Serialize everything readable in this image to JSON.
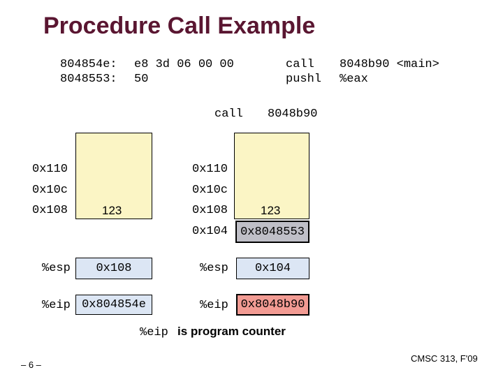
{
  "title": "Procedure Call Example",
  "code": {
    "line1_addr": "804854e:",
    "line1_bytes": "e8 3d 06 00 00",
    "line1_op": "call",
    "line1_arg": "8048b90 <main>",
    "line2_addr": "8048553:",
    "line2_bytes": "50",
    "line2_op": "pushl",
    "line2_arg": "%eax"
  },
  "instruction": {
    "op": "call",
    "arg": "8048b90"
  },
  "before": {
    "addresses": [
      "0x110",
      "0x10c",
      "0x108"
    ],
    "value_108": "123",
    "esp_label": "%esp",
    "esp_value": "0x108",
    "eip_label": "%eip",
    "eip_value": "0x804854e"
  },
  "after": {
    "addresses": [
      "0x110",
      "0x10c",
      "0x108",
      "0x104"
    ],
    "value_108": "123",
    "value_104": "0x8048553",
    "esp_label": "%esp",
    "esp_value": "0x104",
    "eip_label": "%eip",
    "eip_value": "0x8048b90"
  },
  "note": {
    "reg": "%eip",
    "text": "is program counter"
  },
  "footer": {
    "page": "– 6 –",
    "course": "CMSC 313, F'09"
  },
  "colors": {
    "title": "#5a1631",
    "stack": "#fbf5c5",
    "reg_blue": "#dce6f4",
    "changed_gray": "#bfbfc7",
    "changed_red": "#f29b93"
  }
}
